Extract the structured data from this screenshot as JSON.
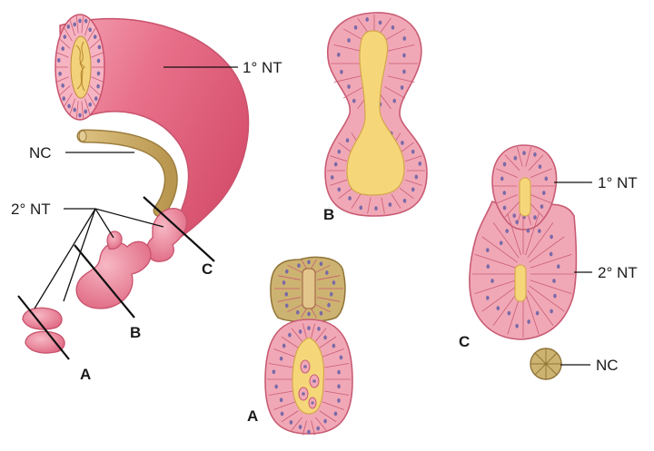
{
  "labels": {
    "primary_nt": "1° NT",
    "notochord": "NC",
    "secondary_nt": "2° NT",
    "cut_a": "A",
    "cut_b": "B",
    "cut_c": "C",
    "panel_a": "A",
    "panel_b": "B",
    "panel_c": "C",
    "panel_c_primary": "1° NT",
    "panel_c_secondary": "2° NT",
    "panel_c_notochord": "NC"
  },
  "colors": {
    "tube_pink": "#e9728a",
    "tube_light": "#f4a9b8",
    "cell_pink": "#f3aab7",
    "cell_outline": "#c85c74",
    "lumen_yellow": "#f5d77a",
    "notochord_tan": "#c9aa68",
    "nucleus_purple": "#7a6aa8"
  }
}
